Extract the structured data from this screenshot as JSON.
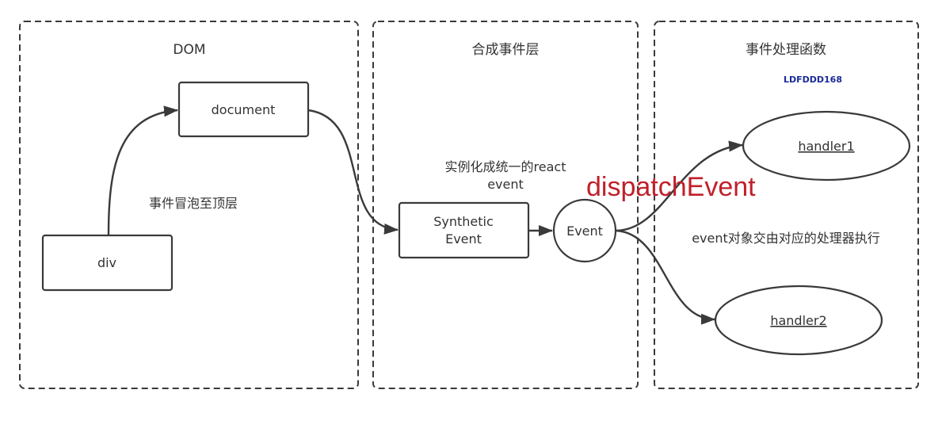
{
  "lanes": {
    "dom": "DOM",
    "synthetic": "合成事件层",
    "handlers": "事件处理函数"
  },
  "watermark": "LDFDDD168",
  "nodes": {
    "document": "document",
    "div": "div",
    "synthetic_line1": "Synthetic",
    "synthetic_line2": "Event",
    "event": "Event",
    "handler1": "handler1",
    "handler2": "handler2"
  },
  "annotations": {
    "bubble": "事件冒泡至顶层",
    "instantiate_line1": "实例化成统一的react",
    "instantiate_line2": "event",
    "dispatch": "dispatchEvent",
    "dispatch_note": "event对象交由对应的处理器执行"
  },
  "colors": {
    "stroke": "#3a3a3a",
    "text": "#333333",
    "dispatch": "#c0202a",
    "watermark": "#1a2a9a"
  }
}
